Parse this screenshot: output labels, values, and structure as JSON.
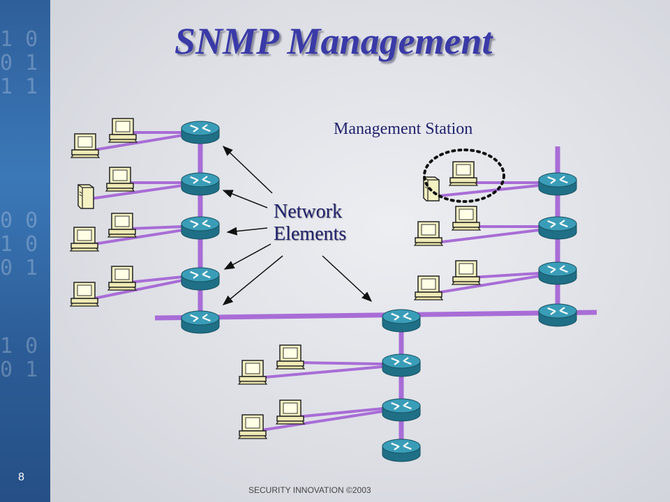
{
  "slide": {
    "title": "SNMP Management",
    "number": "8",
    "footer": "SECURITY INNOVATION ©2003"
  },
  "diagram": {
    "management_station_label": "Management Station",
    "network_elements_label": [
      "Network",
      "Elements"
    ]
  },
  "colors": {
    "link": "#a86dd6",
    "title": "#3a3aa8",
    "router": "#2f8fa6",
    "sidebar": "#3b78b8"
  }
}
